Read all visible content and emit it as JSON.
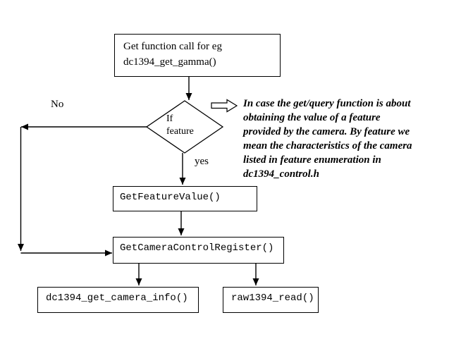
{
  "nodes": {
    "start": {
      "label": "Get function call for eg\ndc1394_get_gamma()"
    },
    "decision": {
      "label": "If\nfeature"
    },
    "branch_no": {
      "label": "No"
    },
    "branch_yes": {
      "label": "yes"
    },
    "get_feature_value": {
      "label": "GetFeatureValue()"
    },
    "get_camera_control_register": {
      "label": "GetCameraControlRegister()"
    },
    "dc1394_get_camera_info": {
      "label": "dc1394_get_camera_info()"
    },
    "raw1394_read": {
      "label": "raw1394_read()"
    }
  },
  "annotation": {
    "text": "In case the get/query function is about\nobtaining the value of a feature\nprovided by the camera. By feature we\nmean the characteristics of the camera\nlisted in feature enumeration in\ndc1394_control.h"
  },
  "colors": {
    "stroke": "#000000",
    "shape_fill": "#ffffff",
    "background": "#ffffff"
  }
}
